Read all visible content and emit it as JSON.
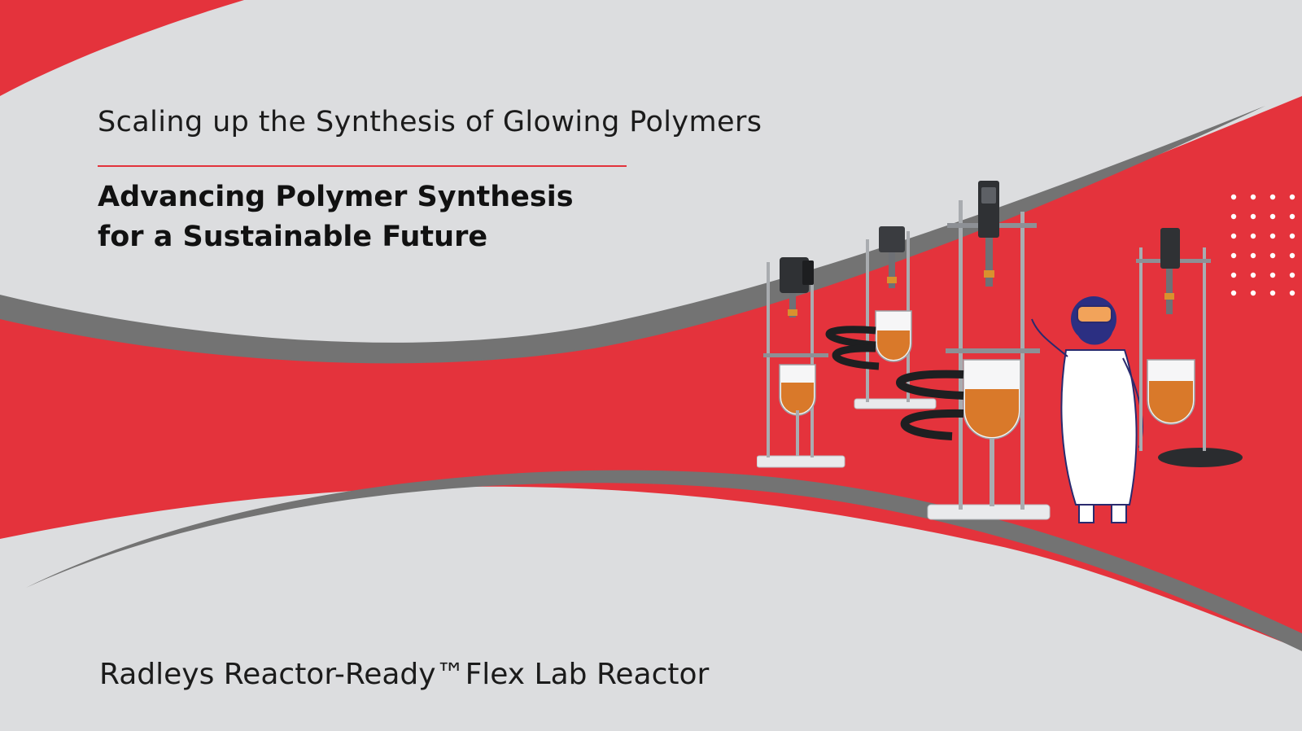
{
  "heading": {
    "title": "Scaling up the Synthesis of Glowing Polymers",
    "headline_line1": "Advancing Polymer Synthesis",
    "headline_line2": "for a Sustainable Future"
  },
  "footer": {
    "product_name": "Radleys Reactor-Ready™Flex Lab Reactor"
  },
  "colors": {
    "brand_red": "#e4333c",
    "swoosh_grey": "#737373",
    "background": "#dcdddf",
    "text": "#1b1b1b"
  },
  "icons": {
    "equipment": "lab-reactor-illustration",
    "mascot": "scientist-mascot",
    "decoration": "dot-grid"
  }
}
